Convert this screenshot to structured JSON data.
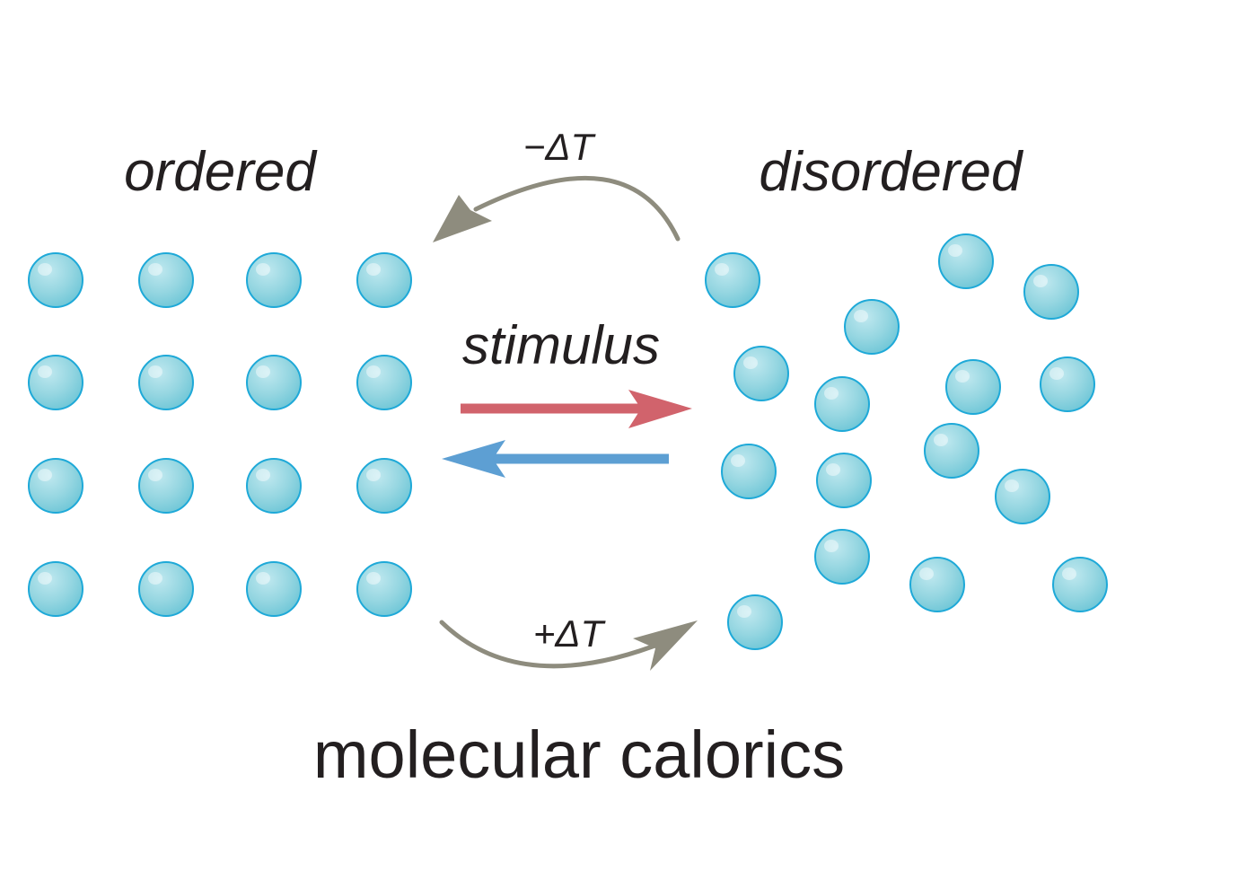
{
  "labels": {
    "ordered": "ordered",
    "disordered": "disordered",
    "stimulus": "stimulus",
    "minus_delta_t": "−ΔT",
    "plus_delta_t": "+ΔT",
    "title": "molecular calorics"
  },
  "colors": {
    "molecule_fill": "#8fd3df",
    "molecule_stroke": "#1ea9d8",
    "molecule_highlight": "#ffffff",
    "forward_arrow": "#d1636c",
    "reverse_arrow": "#5d9fd3",
    "heat_arrow": "#8e8c7e",
    "text": "#231f20"
  }
}
